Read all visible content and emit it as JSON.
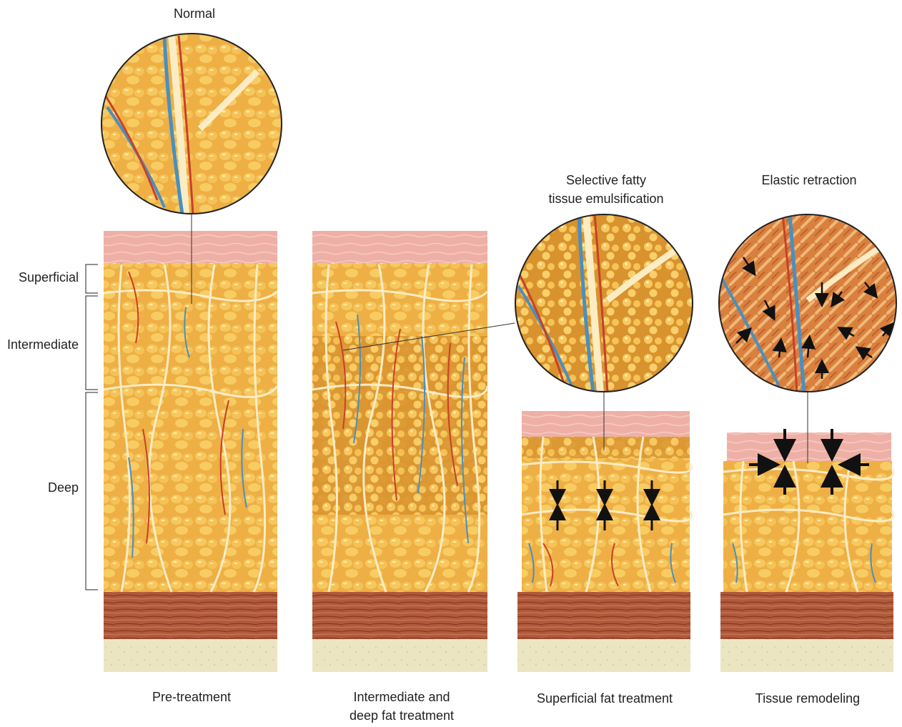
{
  "titles": {
    "normal": "Normal",
    "emulsification_line1": "Selective fatty",
    "emulsification_line2": "tissue emulsification",
    "retraction": "Elastic retraction"
  },
  "layers": {
    "superficial": "Superficial",
    "intermediate": "Intermediate",
    "deep": "Deep"
  },
  "captions": {
    "pre": "Pre-treatment",
    "deep_line1": "Intermediate and",
    "deep_line2": "deep fat treatment",
    "superficial": "Superficial fat treatment",
    "remodeling": "Tissue remodeling"
  },
  "colors": {
    "skin": "#e8a49c",
    "fat": "#f0b54a",
    "fat_light": "#f8d27a",
    "septa": "#fbecc4",
    "artery": "#c8402a",
    "vein": "#4a8fc0",
    "muscle": "#a04a30",
    "bone": "#e6e0b8",
    "arrow": "#111111"
  }
}
